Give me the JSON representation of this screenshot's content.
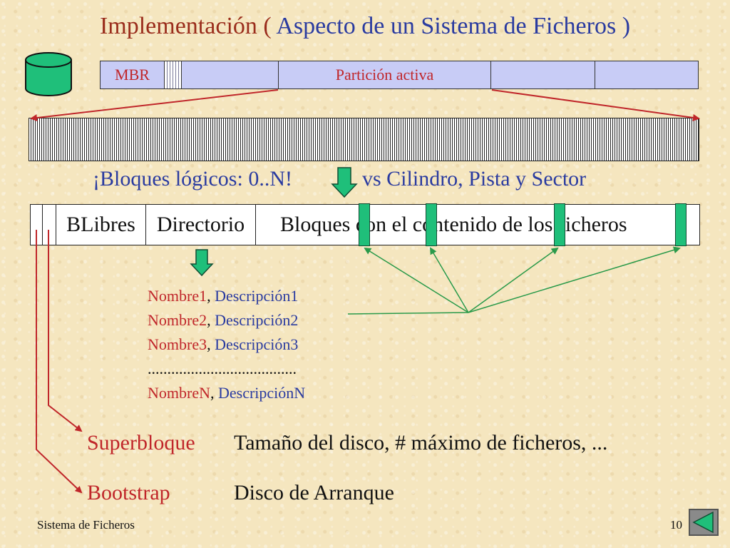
{
  "title": {
    "part1": "Implementación ( ",
    "part2": "Aspecto de un Sistema de Ficheros )"
  },
  "partition_bar": {
    "mbr": "MBR",
    "active": "Partición activa"
  },
  "logical_blocks": {
    "label": "¡Bloques lógicos: 0..N!",
    "vs": "vs Cilindro, Pista y Sector"
  },
  "fs_layout": {
    "free": "BLibres",
    "directory": "Directorio",
    "data": "Bloques con el contenido de los ficheros"
  },
  "directory_entries": [
    {
      "name": "Nombre1",
      "sep": ", ",
      "desc": "Descripción1"
    },
    {
      "name": "Nombre2",
      "sep": ", ",
      "desc": "Descripción2"
    },
    {
      "name": "Nombre3",
      "sep": ", ",
      "desc": "Descripción3"
    },
    {
      "name": "......................................",
      "sep": "",
      "desc": ""
    },
    {
      "name": "NombreN",
      "sep": ", ",
      "desc": "DescripciónN"
    }
  ],
  "legend": [
    {
      "key": "Superbloque",
      "value": "Tamaño del disco, # máximo de ficheros, ..."
    },
    {
      "key": "Bootstrap",
      "value": "Disco de Arranque"
    }
  ],
  "footer": {
    "left": "Sistema de Ficheros",
    "page": "10"
  },
  "colors": {
    "title_red": "#9a2d1c",
    "blue_text": "#2a3ba0",
    "red_text": "#c0262a",
    "block_green": "#1fbf7a",
    "partition_fill": "#c8ccf6"
  }
}
